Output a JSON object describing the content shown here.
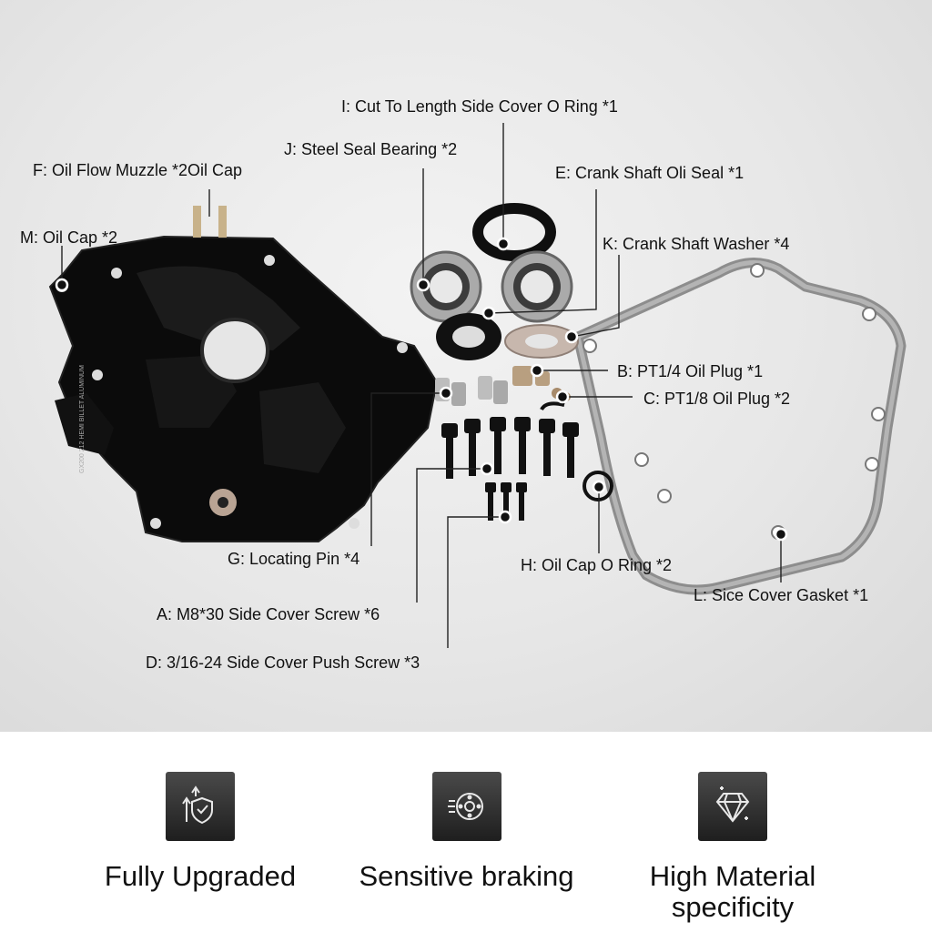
{
  "labels": {
    "i": "I: Cut To Length Side Cover O Ring *1",
    "j": "J: Steel Seal Bearing *2",
    "e": "E: Crank Shaft Oli Seal *1",
    "f": "F: Oil Flow Muzzle *2Oil Cap",
    "k": "K: Crank Shaft Washer *4",
    "m": "M: Oil Cap *2",
    "b": "B: PT1/4 Oil Plug *1",
    "c": "C: PT1/8 Oil Plug *2",
    "g": "G: Locating Pin *4",
    "h": "H: Oil Cap O Ring *2",
    "l": "L: Sice Cover Gasket *1",
    "a": "A: M8*30 Side Cover Screw *6",
    "d": "D: 3/16-24 Side Cover Push Screw *3"
  },
  "engraving": {
    "line1": "GX200 212 HEMI",
    "line2": "BILLET ALUMINUM"
  },
  "features": [
    {
      "icon": "upgrade-shield-icon",
      "label": "Fully Upgraded"
    },
    {
      "icon": "brake-disc-icon",
      "label": "Sensitive braking"
    },
    {
      "icon": "diamond-icon",
      "label": "High Material\nspecificity"
    }
  ]
}
